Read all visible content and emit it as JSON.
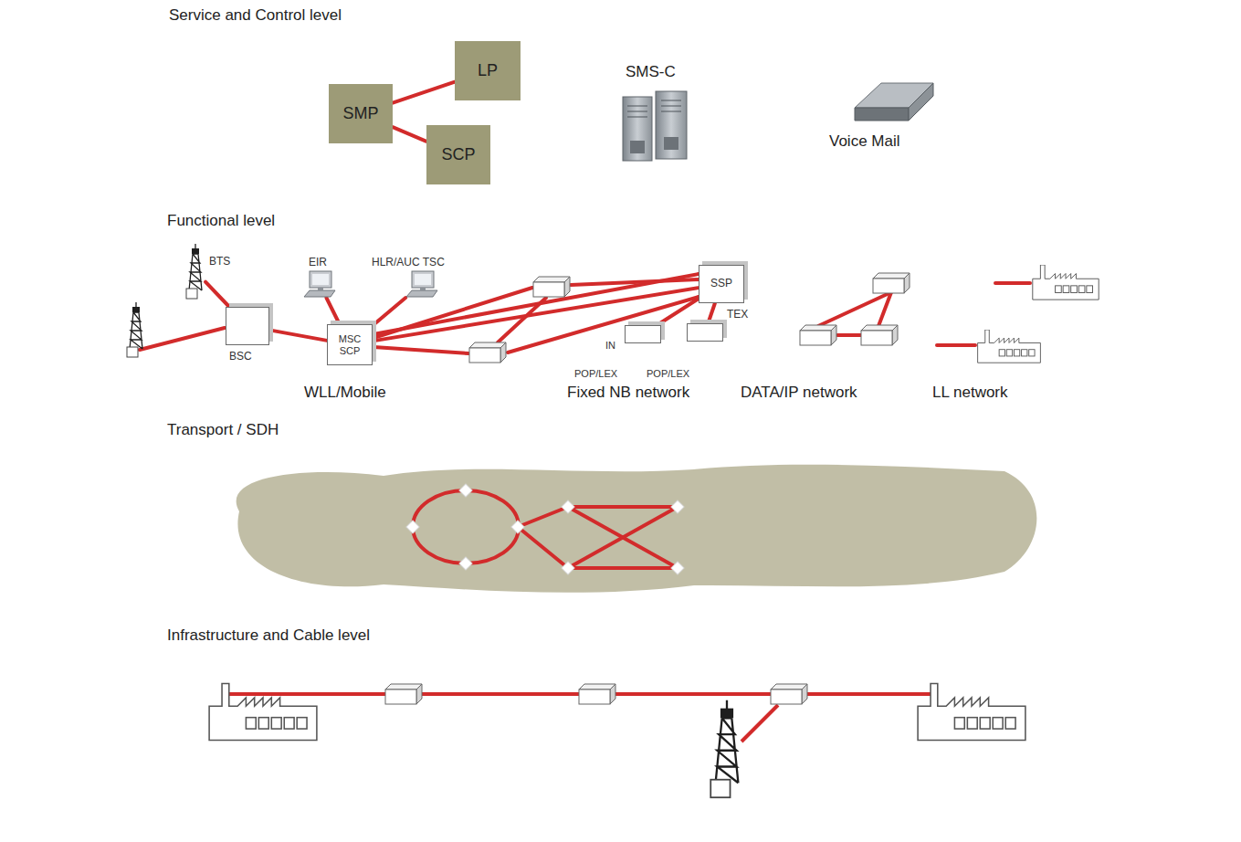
{
  "diagram": {
    "nodes": [
      {
        "text": [
          "Service and Control level"
        ]
      },
      {
        "text": [
          "LP"
        ],
        "in": 0
      },
      {
        "text": [
          "SMP"
        ],
        "in": 0
      },
      {
        "text": [
          "SCP"
        ],
        "in": 0
      },
      {
        "text": [
          "SMS-C"
        ],
        "in": 0
      },
      {
        "text": [
          "Voice Mail"
        ],
        "in": 0
      },
      {
        "text": [
          "Functional level"
        ]
      },
      {
        "text": [
          "WLL/Mobile"
        ],
        "in": 6
      },
      {
        "text": [
          "BTS"
        ],
        "in": 7
      },
      {
        "text": [
          "EIR"
        ],
        "in": 7
      },
      {
        "text": [
          "HLR/AUC TSC"
        ],
        "in": 7
      },
      {
        "text": [
          "BSC"
        ],
        "in": 7
      },
      {
        "text": [
          "MSC SCP"
        ],
        "in": 7
      },
      {
        "text": [
          "Fixed NB network"
        ],
        "in": 6
      },
      {
        "text": [
          "SSP",
          "TEX"
        ],
        "in": 13
      },
      {
        "text": [
          "POP/LEX"
        ],
        "in": 13
      },
      {
        "text": [
          "POP/LEX"
        ],
        "in": 13
      },
      {
        "text": [
          "DATA/IP network"
        ],
        "in": 6
      },
      {
        "text": [
          "LL network"
        ],
        "in": 6
      },
      {
        "text": [
          "Transport / SDH"
        ]
      },
      {
        "text": [
          "Infrastructure and Cable level"
        ]
      }
    ],
    "edges": [
      {
        "from": 2,
        "to": 1,
        "arrow": "none"
      },
      {
        "from": 2,
        "to": 3,
        "arrow": "none"
      },
      {
        "from": 8,
        "to": 11,
        "arrow": "none"
      },
      {
        "from": 11,
        "to": 12,
        "arrow": "none"
      },
      {
        "from": 12,
        "to": 9,
        "arrow": "none"
      },
      {
        "from": 12,
        "to": 10,
        "arrow": "none"
      },
      {
        "from": 12,
        "to": 14,
        "arrow": "none"
      },
      {
        "from": 14,
        "to": 15,
        "arrow": "none"
      },
      {
        "from": 14,
        "to": 16,
        "arrow": "none"
      }
    ],
    "labels": [
      "IN"
    ]
  }
}
